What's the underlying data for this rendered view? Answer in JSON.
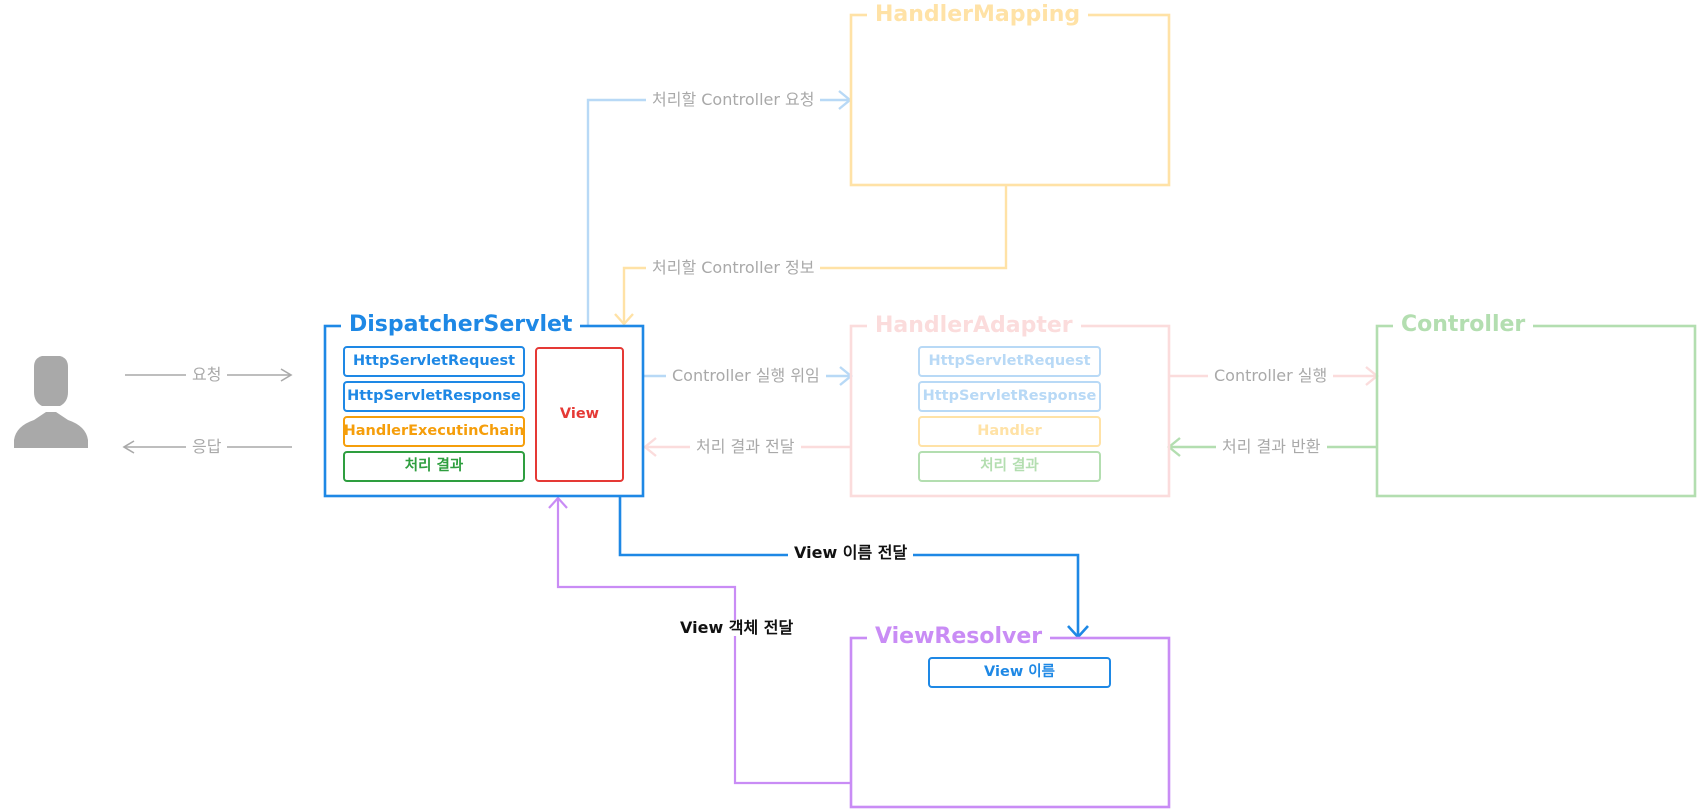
{
  "colors": {
    "blue": "#1e88e5",
    "red": "#e53935",
    "orange": "#f59e0b",
    "green": "#2e9e3f",
    "purple": "#c98cf5",
    "gray": "#a9a9a9",
    "faded_blue": "#b8d9f6",
    "faded_yellow": "#ffe2a6",
    "faded_pink": "#fbdcdc",
    "faded_green": "#b3deb0"
  },
  "user": {
    "icon": "user-silhouette-icon",
    "request_label": "요청",
    "response_label": "응답"
  },
  "dispatcher": {
    "title": "DispatcherServlet",
    "chips": [
      "HttpServletRequest",
      "HttpServletResponse",
      "HandlerExecutinChain",
      "처리  결과"
    ],
    "view_label": "View"
  },
  "handler_mapping": {
    "title": "HandlerMapping"
  },
  "handler_adapter": {
    "title": "HandlerAdapter",
    "chips": [
      "HttpServletRequest",
      "HttpServletResponse",
      "Handler",
      "처리  결과"
    ]
  },
  "controller": {
    "title": "Controller"
  },
  "view_resolver": {
    "title": "ViewResolver",
    "chip": "View 이름"
  },
  "arrows": {
    "request_controller": "처리할 Controller 요청",
    "controller_info": "처리할 Controller 정보",
    "delegate_execution": "Controller 실행 위임",
    "deliver_result": "처리 결과 전달",
    "execute_controller": "Controller 실행",
    "return_result": "처리 결과 반환",
    "deliver_view_name": "View 이름 전달",
    "deliver_view_object": "View 객체 전달"
  }
}
